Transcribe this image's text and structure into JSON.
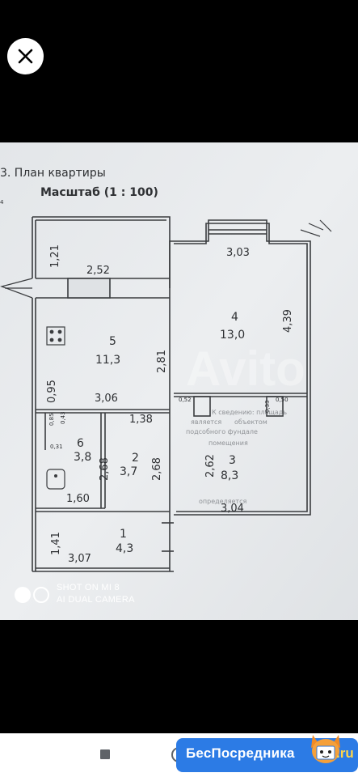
{
  "viewer": {
    "close_icon": "close-icon"
  },
  "plan": {
    "title": "3. План квартиры",
    "title_sub": "4",
    "scale": "Масштаб (1 : 100)",
    "rooms": [
      {
        "num": "1",
        "area": "4,3"
      },
      {
        "num": "2",
        "area": "3,7"
      },
      {
        "num": "3",
        "area": "8,3"
      },
      {
        "num": "4",
        "area": "13,0"
      },
      {
        "num": "5",
        "area": "11,3"
      },
      {
        "num": "6",
        "area": "3,8"
      }
    ],
    "dims": {
      "d121": "1,21",
      "d252": "2,52",
      "d303": "3,03",
      "d439": "4,39",
      "d281": "2,81",
      "d095": "0,95",
      "d306": "3,06",
      "d138": "1,38",
      "d052": "0,52",
      "d033": "0,33",
      "d050": "0,50",
      "d085": "0,85",
      "d043": "0,43",
      "d031": "0,31",
      "d268a": "2,68",
      "d268b": "2,68",
      "d262": "2,62",
      "d160": "1,60",
      "d304": "3,04",
      "d141": "1,41",
      "d307": "3,07"
    },
    "faint_lines": [
      "К сведению: площадь",
      "является",
      "объектом",
      "подсобного фундале",
      "помещения",
      "определяется"
    ],
    "avito_watermark": "Avito"
  },
  "watermark": {
    "line1": "SHOT ON MI 8",
    "line2": "AI DUAL CAMERA"
  },
  "navbar": {
    "recents_icon": "square-recents-icon",
    "home_icon": "circle-home-icon"
  },
  "brand": {
    "name": "БесПосредника",
    "suffix": ".ru",
    "mascot_icon": "fox-mascot-icon"
  },
  "colors": {
    "background": "#000000",
    "paper": "#e9ebed",
    "ink": "#2e3033",
    "brand_blue": "#2c7be5"
  }
}
